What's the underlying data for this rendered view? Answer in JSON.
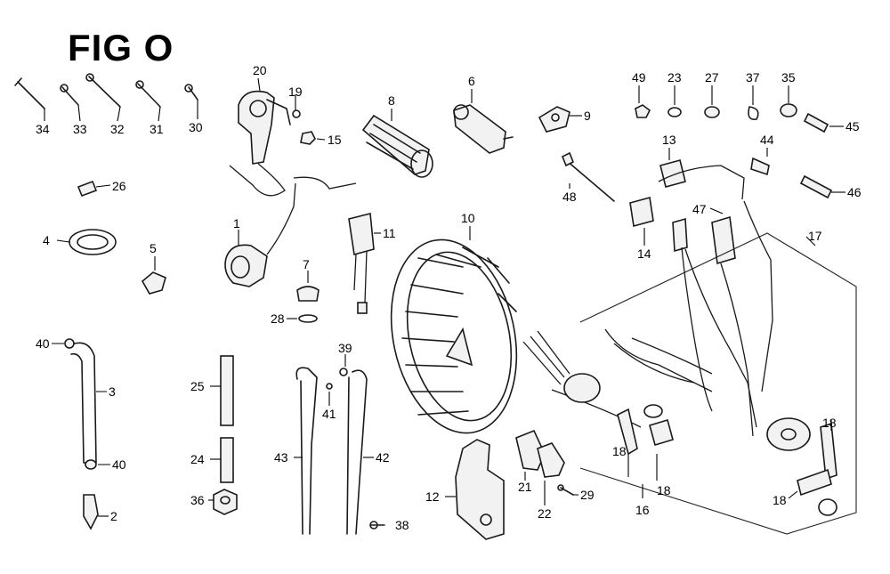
{
  "figure": {
    "title": "FIG O"
  },
  "callouts": {
    "c1": "1",
    "c2": "2",
    "c3": "3",
    "c4": "4",
    "c5": "5",
    "c6": "6",
    "c7": "7",
    "c8": "8",
    "c9": "9",
    "c10": "10",
    "c11": "11",
    "c12": "12",
    "c13": "13",
    "c14": "14",
    "c15": "15",
    "c16": "16",
    "c17": "17",
    "c18": "18",
    "c19": "19",
    "c20": "20",
    "c21": "21",
    "c22": "22",
    "c23": "23",
    "c24": "24",
    "c25": "25",
    "c26": "26",
    "c27": "27",
    "c28": "28",
    "c29": "29",
    "c30": "30",
    "c31": "31",
    "c32": "32",
    "c33": "33",
    "c34": "34",
    "c35": "35",
    "c36": "36",
    "c37": "37",
    "c38": "38",
    "c39": "39",
    "c40": "40",
    "c41": "41",
    "c42": "42",
    "c43": "43",
    "c44": "44",
    "c45": "45",
    "c46": "46",
    "c47": "47",
    "c48": "48",
    "c49": "49"
  }
}
